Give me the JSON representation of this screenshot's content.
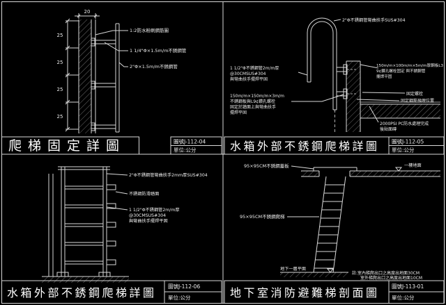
{
  "palette": {
    "background": "#000000",
    "line": "#d9d9d9",
    "text": "#ececec"
  },
  "q1": {
    "title": "爬梯固定詳圖",
    "drawing_no": "圖號J-112-04",
    "unit": "單位:公分",
    "dim_top": "20",
    "dims_left": [
      "25",
      "25",
      "25",
      "25"
    ],
    "annotations": {
      "plaster": "1:2防水粉刷鋼筋圖",
      "rung_pipe": "1 1/4\"Φ×1.5m/m不銹鋼管",
      "rail_pipe": "2\"Φ×1.5m/m不銹鋼管"
    }
  },
  "q2": {
    "title": "水箱外部不銹鋼爬梯詳圖",
    "drawing_no": "圖號J-112-05",
    "unit": "單位:公分",
    "annotations": {
      "handrail": "2\"Φ不銹鋼管彎曲扶手SUS#304",
      "pipe": [
        "1 1/2\"Φ不銹鋼管2m/m厚",
        "@30CMSUS#304",
        "與彎曲扶手擺焊平固"
      ],
      "plate_left": [
        "150m/m×150m/m×3m/m",
        "不銹鋼板與L9¢鑽孔螺栓",
        "固定於牆面上與彎曲扶手",
        "擺焊平固"
      ],
      "plate_right": [
        "150m/m×100m/m×5m/m厚鋼板L3",
        "9¢鑽孔螺栓固定 與不銹鋼管",
        "擺焊平固"
      ],
      "bolt": "固定螺栓",
      "anchor": "固定鋼筋預埋位置",
      "waterproof": [
        "2000PSI PC防水處理完成",
        "後貼面磚"
      ]
    }
  },
  "q3": {
    "title": "水箱外部不銹鋼爬梯詳圖",
    "drawing_no": "圖號J-112-06",
    "unit": "單位:公分",
    "annotations": {
      "handrail": "2\"Φ不銹鋼管彎曲扶手2mm厚SUS#304",
      "tread": "不銹鋼防滑踏面",
      "pipe": [
        "1 1/2\"Φ不銹鋼管2m/m厚",
        "@30CMSUS#304",
        "與彎曲扶手擺焊平固"
      ]
    }
  },
  "q4": {
    "title": "地下室消防避難梯剖面圖",
    "drawing_no": "圖號J-113-01",
    "unit": "單位:公分",
    "annotations": {
      "cover": "95×95CM不銹鋼蓋板",
      "ladder": "95×95CM不銹鋼爬梯"
    },
    "levels": {
      "top": "一樓地面",
      "bottom": "地下一層平面"
    },
    "note": [
      "註:室內梯爬出口之高度出地面30CM",
      "室外梯爬出口之高度出地面10CM"
    ]
  }
}
